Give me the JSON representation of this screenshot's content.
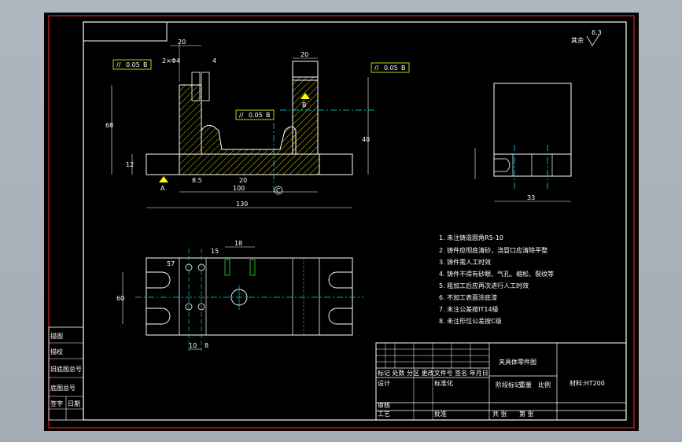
{
  "drawing": {
    "roughness": {
      "value": "6.3",
      "label": "其余"
    },
    "title": "夹具体零件图",
    "material": "材料:HT200",
    "tolerance_value": "0.05",
    "datum_ref": "B",
    "datum_ref_c": "B",
    "datum_a": "A",
    "datum_b": "B",
    "datum_c": "C",
    "dims": {
      "front_total": "130",
      "front_inner": "100",
      "front_slot": "8.5",
      "front_w20": "20",
      "front_top20": "20",
      "front_top20b": "20",
      "front_h68": "68",
      "front_h40": "40",
      "front_h12": "12",
      "side_width": "33",
      "plan_10": "10",
      "plan_8": "8",
      "plan_18": "18",
      "plan_15": "15",
      "plan_60": "60",
      "plan_57": "57",
      "ref_2x4": "2×Φ4",
      "ref_4": "4"
    },
    "notes": [
      "1. 未注铸造圆角R5-10",
      "2. 铸件应彻底清砂，浇冒口应清除平整",
      "3. 铸件需人工时效",
      "4. 铸件不得有砂眼、气孔、缩松、裂纹等",
      "5. 粗加工后应再次进行人工时效",
      "6. 不加工表面涂底漆",
      "7. 未注公差按IT14级",
      "8. 未注形位公差按C级"
    ],
    "title_block": {
      "row1": "标记 处数 分区 更改文件号 签名 年月日",
      "design": "设计",
      "standard": "标准化",
      "stage": "阶段标记",
      "weight": "重量",
      "scale": "比例",
      "review": "审核",
      "process": "工艺",
      "approve": "批准",
      "sheets": "共 张",
      "sheet_no": "第 张"
    },
    "left_strip": [
      "描图",
      "描校",
      "旧底图总号",
      "底图总号",
      "签字",
      "日期"
    ]
  },
  "colors": {
    "background": "#000000",
    "frame": "#ff2a2a",
    "outline": "#ffffff",
    "center": "#00e5e5",
    "hatch": "#ffff00",
    "dim": "#ffffff",
    "green": "#22cc22"
  }
}
